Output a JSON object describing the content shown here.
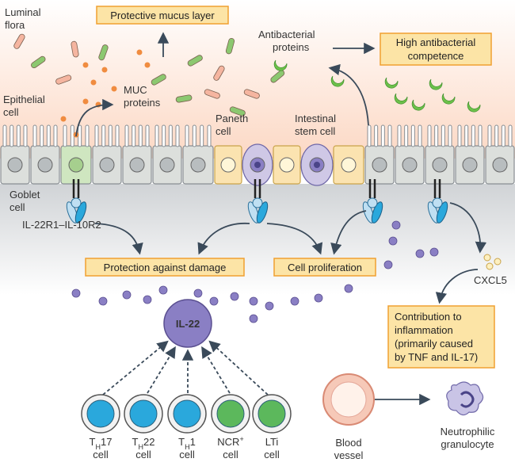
{
  "labels": {
    "luminal_flora": [
      "Luminal",
      "flora"
    ],
    "epithelial_cell": [
      "Epithelial",
      "cell"
    ],
    "goblet_cell": [
      "Goblet",
      "cell"
    ],
    "muc_proteins": [
      "MUC",
      "proteins"
    ],
    "paneth_cell": [
      "Paneth",
      "cell"
    ],
    "stem_cell": [
      "Intestinal",
      "stem cell"
    ],
    "antibacterial_proteins": [
      "Antibacterial",
      "proteins"
    ],
    "receptor": "IL-22R1–IL-10R2",
    "il22": "IL-22",
    "cxcl5": "CXCL5",
    "blood_vessel": [
      "Blood",
      "vessel"
    ],
    "neutrophil": [
      "Neutrophilic",
      "granulocyte"
    ]
  },
  "boxes": {
    "mucus": "Protective mucus layer",
    "antibacterial": [
      "High antibacterial",
      "competence"
    ],
    "protection": "Protection against damage",
    "proliferation": "Cell proliferation",
    "inflammation": [
      "Contribution to",
      "inflammation",
      "(primarily caused",
      "by TNF and IL-17)"
    ]
  },
  "immune_cells": [
    {
      "main": "T",
      "sub": "H",
      "suffix": "17",
      "line2": "cell",
      "color": "#2aa8dc"
    },
    {
      "main": "T",
      "sub": "H",
      "suffix": "22",
      "line2": "cell",
      "color": "#2aa8dc"
    },
    {
      "main": "T",
      "sub": "H",
      "suffix": "1",
      "line2": "cell",
      "color": "#2aa8dc"
    },
    {
      "main": "NCR",
      "sub": "",
      "suffix": "+",
      "line2": "cell",
      "color": "#5cb85c"
    },
    {
      "main": "LTi",
      "sub": "",
      "suffix": "",
      "line2": "cell",
      "color": "#5cb85c"
    }
  ],
  "colors": {
    "box_fill": "#fce4a6",
    "box_stroke": "#f0a030",
    "il22": "#8a7fc4",
    "epithelial": "#dcdfdc",
    "paneth": "#fbe3b0",
    "lumen_top": "#fde8d8"
  }
}
